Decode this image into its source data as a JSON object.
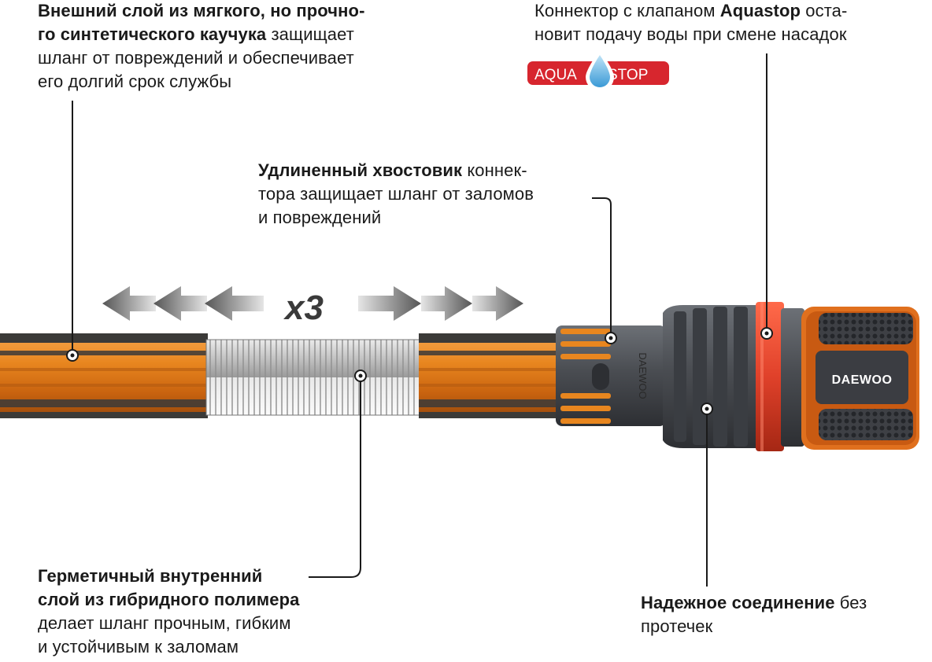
{
  "callouts": {
    "outer_layer": {
      "bold": "Внешний слой из мягкого, но прочно-го синтетического каучука",
      "bold_line1": "Внешний слой из мягкого, но прочно-",
      "bold_line2": "го синтетического каучука",
      "rest_line2": " защищает",
      "rest_line3": "шланг от повреждений и обеспечивает",
      "rest_line4": "его долгий срок службы"
    },
    "aquastop": {
      "line1_pre": "Коннектор с клапаном ",
      "line1_bold": "Aquastop",
      "line1_post": " оста-",
      "line2": "новит подачу воды при смене насадок"
    },
    "tail": {
      "line1_bold": "Удлиненный хвостовик",
      "line1_post": " коннек-",
      "line2": "тора защищает шланг от заломов",
      "line3": "и повреждений"
    },
    "inner_layer": {
      "line1_bold": "Герметичный внутренний",
      "line2_bold": "слой из гибридного полимера",
      "line3": "делает шланг прочным, гибким",
      "line4": "и устойчивым к заломам"
    },
    "connection": {
      "line1_bold": "Надежное соединение",
      "line1_post": " без",
      "line2": "протечек"
    }
  },
  "badge": {
    "left": "AQUA",
    "right": "STOP",
    "color": "#d7262e"
  },
  "stretch_label": "x3",
  "brand": "DAEWOO",
  "embossed_brand": "DAEWOO",
  "colors": {
    "hose_orange": "#e8861f",
    "hose_dark": "#3b3a38",
    "connector_gray": "#4a4d52",
    "ring_red": "#e0412a"
  },
  "icons": [
    "arrow-left-icon",
    "arrow-right-icon",
    "water-drop-icon",
    "marker-dot-icon"
  ]
}
